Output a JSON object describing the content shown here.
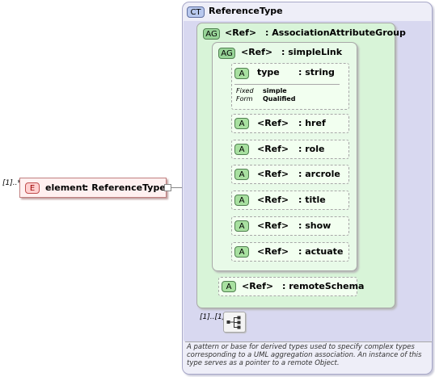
{
  "element": {
    "occurrence": "[1]..*",
    "badge": "E",
    "name": "element",
    "type": ": ReferenceType"
  },
  "complex_type": {
    "badge": "CT",
    "name": "ReferenceType"
  },
  "attribute_group": {
    "badge": "AG",
    "ref": "<Ref>",
    "name": ": AssociationAttributeGroup"
  },
  "simple_link": {
    "badge": "AG",
    "ref": "<Ref>",
    "name": ": simpleLink",
    "type_attr": {
      "badge": "A",
      "name": "type",
      "type": ": string",
      "fixed_label": "Fixed",
      "fixed_value": "simple",
      "form_label": "Form",
      "form_value": "Qualified"
    },
    "attributes": [
      {
        "badge": "A",
        "ref": "<Ref>",
        "name": ": href"
      },
      {
        "badge": "A",
        "ref": "<Ref>",
        "name": ": role"
      },
      {
        "badge": "A",
        "ref": "<Ref>",
        "name": ": arcrole"
      },
      {
        "badge": "A",
        "ref": "<Ref>",
        "name": ": title"
      },
      {
        "badge": "A",
        "ref": "<Ref>",
        "name": ": show"
      },
      {
        "badge": "A",
        "ref": "<Ref>",
        "name": ": actuate"
      }
    ]
  },
  "remote_schema": {
    "badge": "A",
    "ref": "<Ref>",
    "name": ": remoteSchema"
  },
  "sequence": {
    "occurrence": "[1]..[1]",
    "icon": "sequence-icon"
  },
  "documentation": "A pattern or base for derived types used to specify complex types corresponding to a UML aggregation association.  An instance of this type serves as a pointer to a remote Object."
}
